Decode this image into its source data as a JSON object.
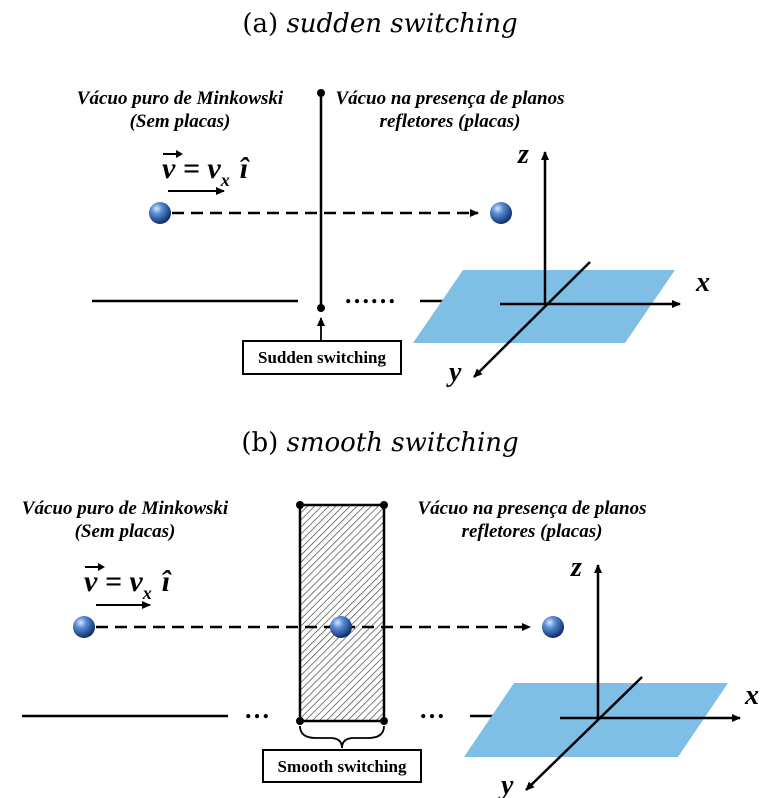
{
  "panel_a": {
    "title_prefix": "(a)",
    "title_italic": "sudden switching",
    "left_label_1": "Vácuo puro de Minkowski",
    "left_label_2": "(Sem placas)",
    "right_label_1": "Vácuo na presença de planos",
    "right_label_2": "refletores (placas)",
    "velocity_v": "v",
    "velocity_eq": " = v",
    "velocity_sub": "x",
    "velocity_unit": "î",
    "dots": "……",
    "box_label": "Sudden switching",
    "axis_z": "z",
    "axis_x": "x",
    "axis_y": "y"
  },
  "panel_b": {
    "title_prefix": "(b)",
    "title_italic": "smooth switching",
    "left_label_1": "Vácuo puro de Minkowski",
    "left_label_2": "(Sem placas)",
    "right_label_1": "Vácuo na presença de planos",
    "right_label_2": "refletores (placas)",
    "velocity_v": "v",
    "velocity_eq": " = v",
    "velocity_sub": "x",
    "velocity_unit": "î",
    "dots_left": "…",
    "dots_right": "…",
    "box_label": "Smooth switching",
    "axis_z": "z",
    "axis_x": "x",
    "axis_y": "y"
  },
  "colors": {
    "plate": "#7fbfe6",
    "particle": "#1f5fa8",
    "particle_highlight": "#cfe4ff",
    "hatch": "#555555",
    "stroke": "#000000"
  }
}
